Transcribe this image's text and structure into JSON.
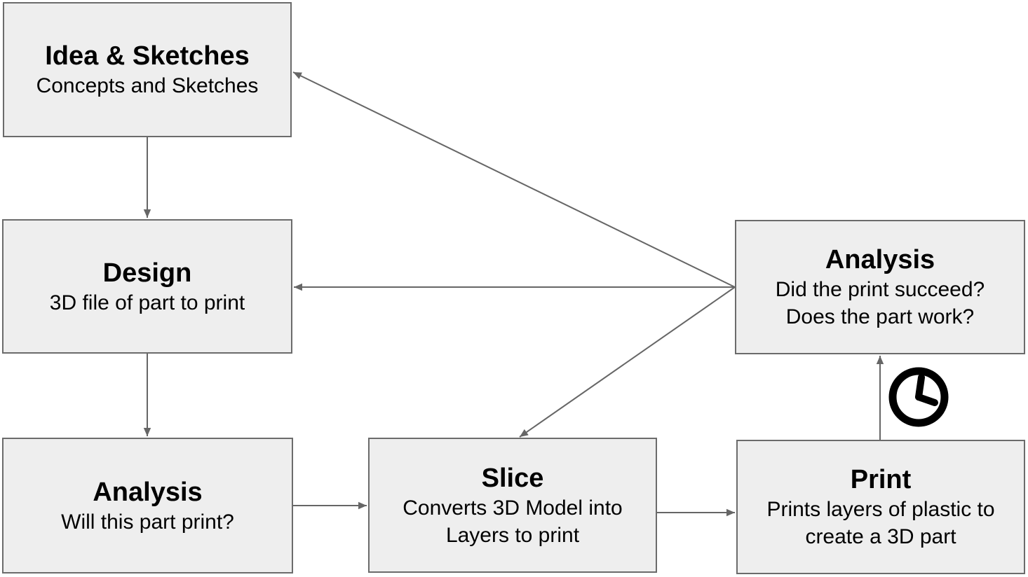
{
  "diagram": {
    "nodes": [
      {
        "id": "idea",
        "title": "Idea & Sketches",
        "subtitle": "Concepts and Sketches"
      },
      {
        "id": "design",
        "title": "Design",
        "subtitle": "3D file of part to print"
      },
      {
        "id": "analysis1",
        "title": "Analysis",
        "subtitle": "Will this part print?"
      },
      {
        "id": "slice",
        "title": "Slice",
        "subtitle": "Converts 3D Model into\nLayers to print"
      },
      {
        "id": "print",
        "title": "Print",
        "subtitle": "Prints layers of plastic to\ncreate a 3D part"
      },
      {
        "id": "analysis2",
        "title": "Analysis",
        "subtitle": "Did the print succeed?\nDoes the part work?"
      }
    ],
    "connectors": [
      {
        "from": "idea",
        "to": "design"
      },
      {
        "from": "design",
        "to": "analysis1"
      },
      {
        "from": "analysis1",
        "to": "slice"
      },
      {
        "from": "slice",
        "to": "print"
      },
      {
        "from": "print",
        "to": "analysis2"
      },
      {
        "from": "analysis2",
        "to": "idea"
      },
      {
        "from": "analysis2",
        "to": "design"
      },
      {
        "from": "analysis2",
        "to": "slice"
      }
    ],
    "icons": [
      {
        "name": "clock-icon"
      }
    ],
    "colors": {
      "background": "#ffffff",
      "node_fill": "#eeeeee",
      "node_border": "#6b6b6b",
      "arrow": "#666666",
      "text": "#000000",
      "clock": "#000000"
    }
  }
}
